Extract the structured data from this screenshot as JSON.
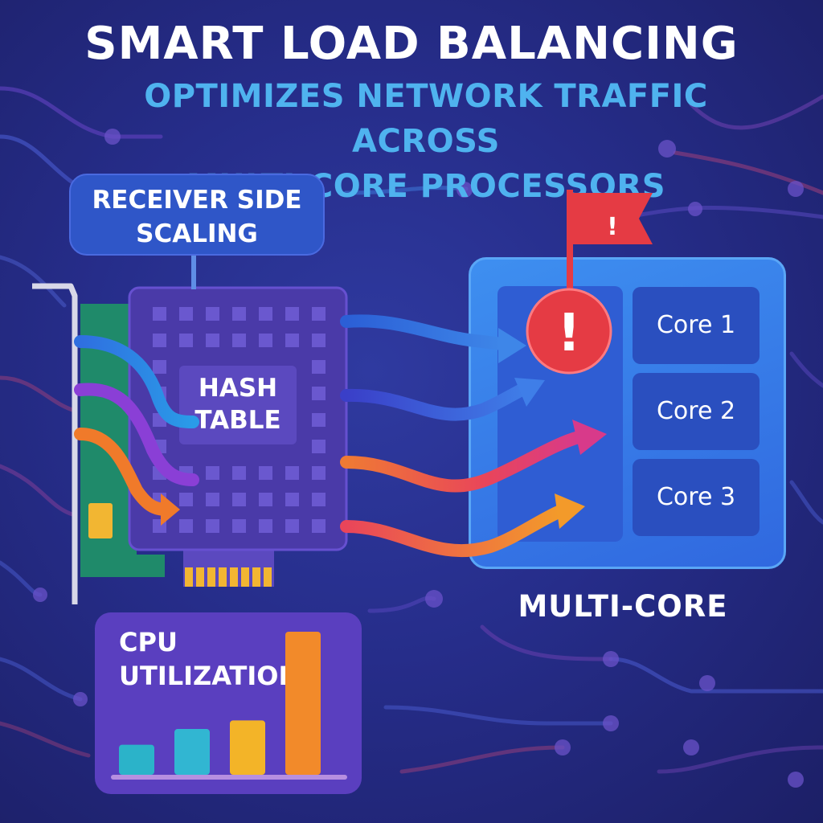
{
  "header": {
    "title": "SMART LOAD BALANCING",
    "subtitle_line1": "OPTIMIZES NETWORK TRAFFIC ACROSS",
    "subtitle_line2": "MULTI-CORE PROCESSORS"
  },
  "nic": {
    "rss_line1": "RECEIVER SIDE",
    "rss_line2": "SCALING",
    "hash_line1": "HASH",
    "hash_line2": "TABLE"
  },
  "processor": {
    "label": "MULTI-CORE",
    "cores": [
      "Core 1",
      "Core 2",
      "Core 3"
    ],
    "alert_symbol": "!"
  },
  "cpu": {
    "label_line1": "CPU",
    "label_line2": "UTILIZATION",
    "bars": [
      {
        "value": 0.21,
        "color": "#2bb3c9"
      },
      {
        "value": 0.32,
        "color": "#31b6d2"
      },
      {
        "value": 0.38,
        "color": "#f3b428"
      },
      {
        "value": 1.0,
        "color": "#f28a2a"
      }
    ]
  },
  "colors": {
    "flow_blue": "#3e86e8",
    "flow_purple": "#8a3fd6",
    "flow_orange": "#f07a2a",
    "flow_red": "#e9455a",
    "alert_red": "#e53b44",
    "card_green": "#1f8a6a",
    "gold": "#f2b632"
  }
}
